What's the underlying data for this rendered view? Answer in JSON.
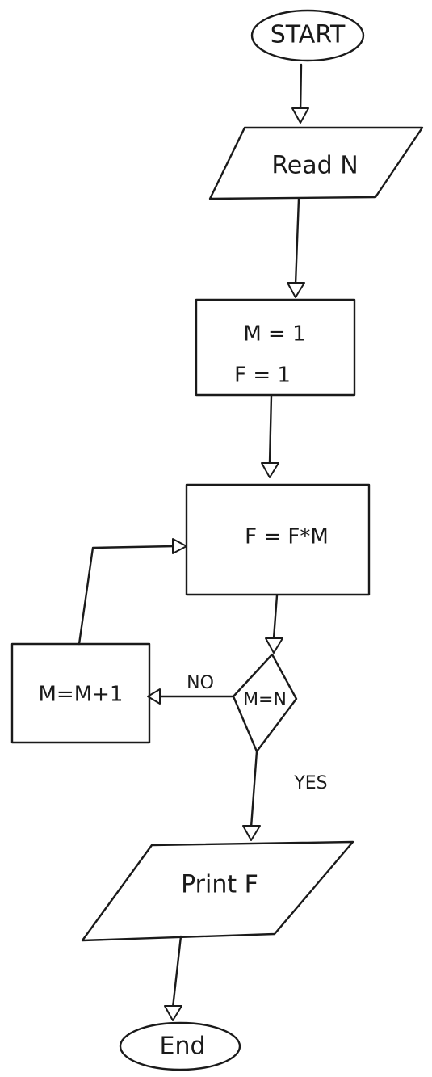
{
  "nodes": {
    "start": "START",
    "read": "Read N",
    "init_m": "M = 1",
    "init_f": "F = 1",
    "multiply": "F = F*M",
    "decision": "M=N",
    "increment": "M=M+1",
    "print": "Print F",
    "end": "End"
  },
  "edges": {
    "no_label": "NO",
    "yes_label": "YES"
  }
}
